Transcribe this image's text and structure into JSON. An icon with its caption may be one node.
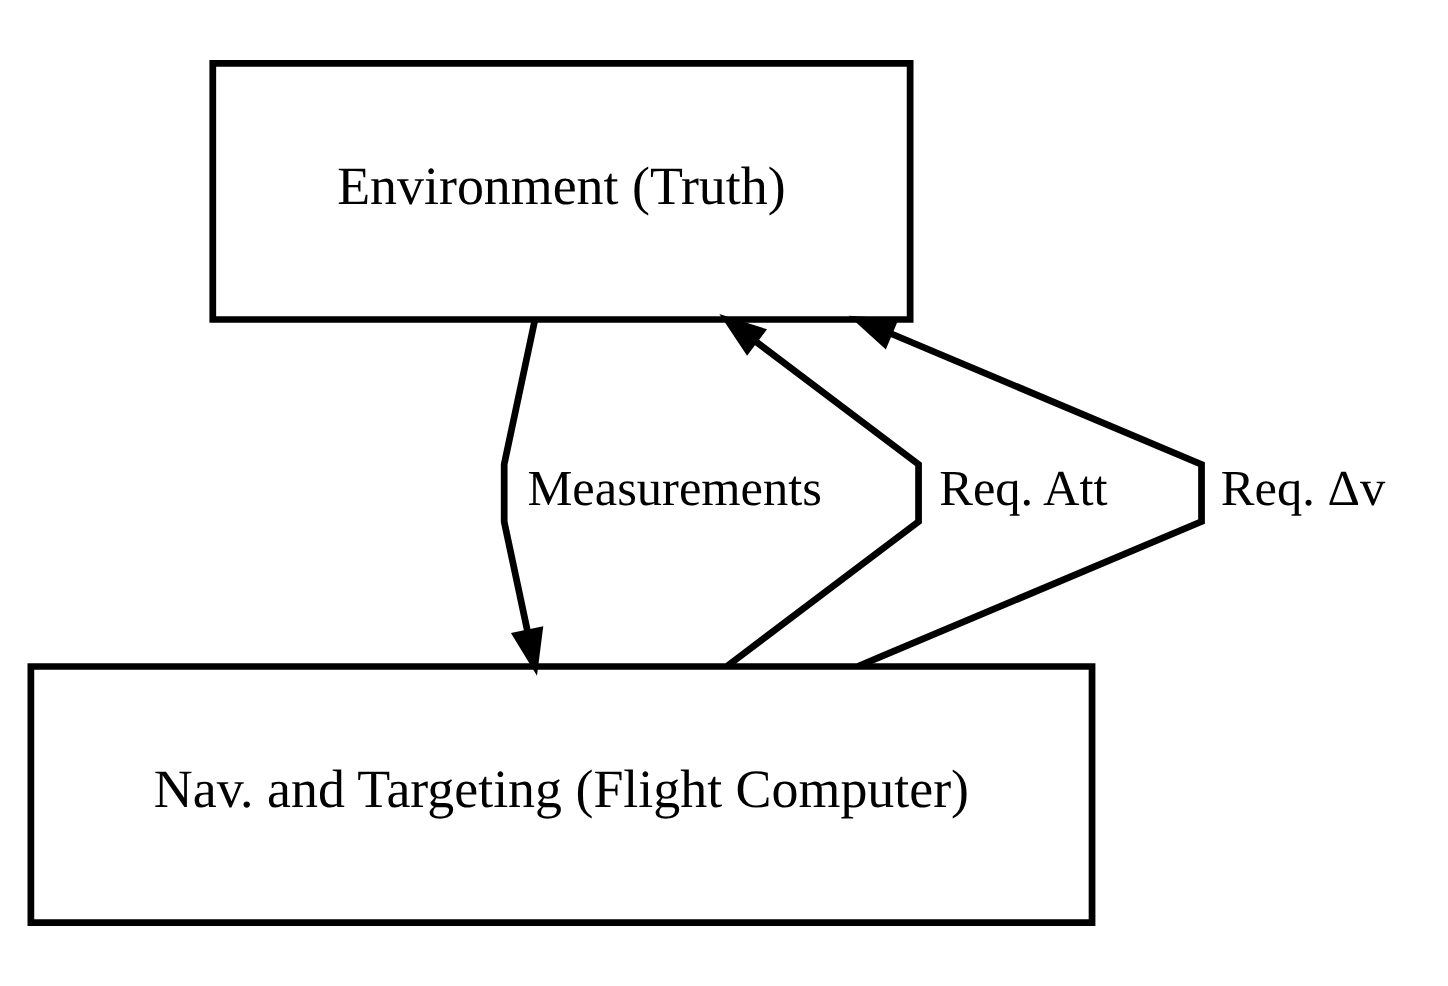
{
  "diagram": {
    "nodes": [
      {
        "text": [
          "Environment (Truth)"
        ]
      },
      {
        "text": [
          "Nav. and Targeting (Flight Computer)"
        ]
      }
    ],
    "edges": [
      {
        "from": 1,
        "to": 0,
        "arrow": "to",
        "label": "Req. Att"
      },
      {
        "from": 1,
        "to": 0,
        "arrow": "to",
        "label": "Req. Δv"
      },
      {
        "from": 0,
        "to": 1,
        "arrow": "to",
        "label": "Measurements"
      }
    ]
  }
}
